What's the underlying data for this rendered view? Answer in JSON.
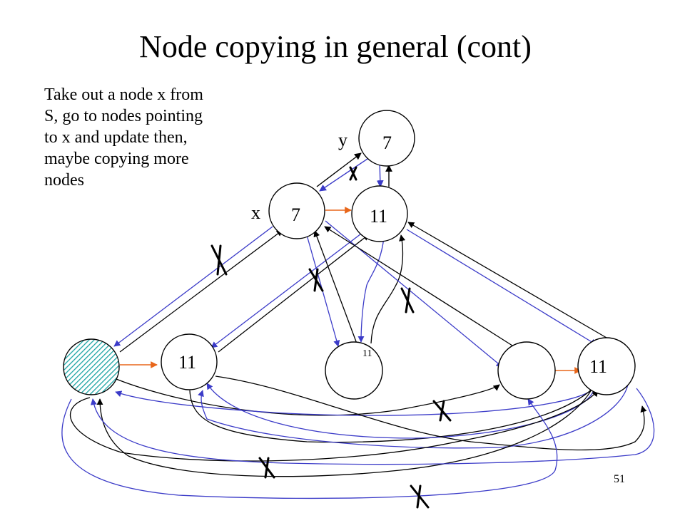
{
  "slide": {
    "title": "Node copying in general (cont)",
    "description": "Take out a node x from\nS, go to nodes pointing\nto x and update then,\nmaybe copying more\nnodes",
    "page_number": "51"
  },
  "diagram": {
    "nodes": {
      "top": "7",
      "x_node": "7",
      "copy_node": "11",
      "bottom_left_2": "11",
      "bottom_middle": "11",
      "bottom_right": "11"
    },
    "labels": {
      "y": "y",
      "x": "x"
    },
    "colors": {
      "black_arrow": "#000000",
      "blue_arrow": "#3b3bc8",
      "orange_arrow": "#e8661a",
      "hatch_fill": "#1aa3a3",
      "cross": "#000000"
    }
  }
}
